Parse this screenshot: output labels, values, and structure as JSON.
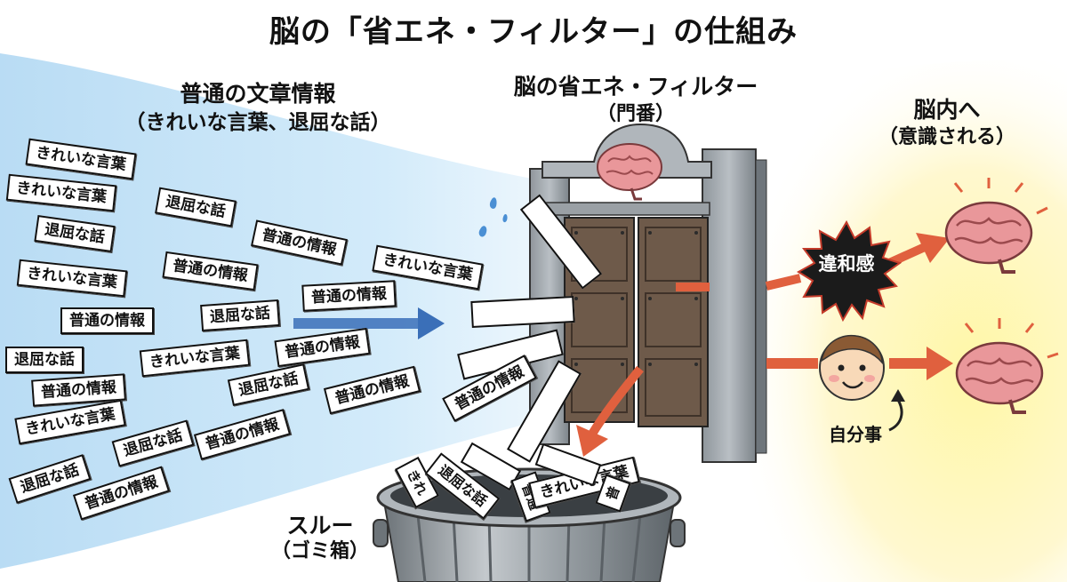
{
  "title": "脳の「省エネ・フィルター」の仕組み",
  "left": {
    "heading": "普通の文章情報",
    "subheading": "（きれいな言葉、退屈な話）",
    "cards": [
      "きれいな言葉",
      "きれいな言葉",
      "退屈な話",
      "退屈な話",
      "きれいな言葉",
      "普通の情報",
      "普通の情報",
      "きれいな言葉",
      "退屈な話",
      "普通の情報",
      "普通の情報",
      "退屈な話",
      "きれいな言葉",
      "普通の情報",
      "退屈な話",
      "普通の情報",
      "きれいな言葉",
      "退屈な話",
      "普通の情報",
      "普通の情報",
      "退屈な話",
      "普通の情報"
    ],
    "falling_card": "普通の情報"
  },
  "gate": {
    "heading": "脳の省エネ・フィルター",
    "subheading": "（門番）"
  },
  "right": {
    "heading": "脳内へ",
    "subheading": "（意識される）",
    "burst_label": "違和感",
    "self_label": "自分事"
  },
  "trash": {
    "heading": "スルー",
    "subheading": "（ゴミ箱）",
    "cards": [
      "きれ",
      "退屈な話",
      "普通",
      "きれいな言葉",
      "普"
    ]
  },
  "colors": {
    "stream_blue": "#cfe6f7",
    "glow_yellow": "#fff3a8",
    "arrow_red": "#e0603e",
    "arrow_blue": "#3a6fb8",
    "brain_pink": "#e9979a",
    "gate_gray": "#a3a9af",
    "door_brown": "#6e5a4a",
    "burst_black": "#1b1b1b"
  },
  "icons": [
    "brain-icon",
    "face-icon",
    "trash-can-icon",
    "gate-icon",
    "starburst-icon"
  ]
}
